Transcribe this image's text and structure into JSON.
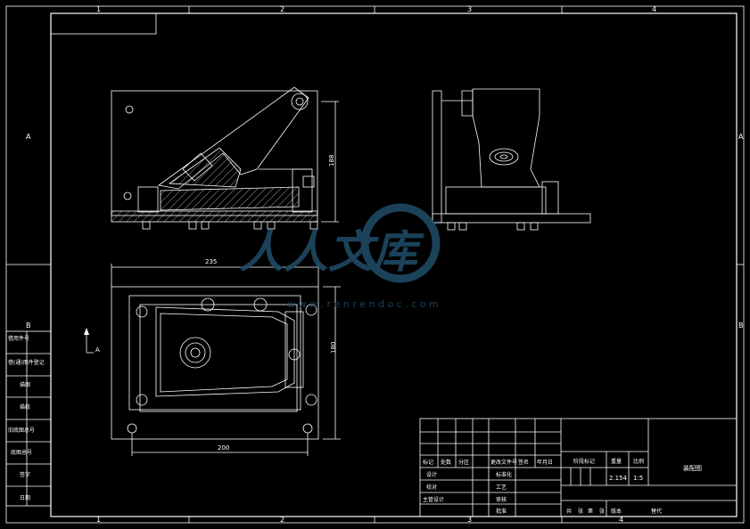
{
  "grid": {
    "columns": [
      "1",
      "2",
      "3",
      "4"
    ],
    "rows": [
      "A",
      "B"
    ]
  },
  "dimensions": {
    "height_front": "188",
    "width_top": "235",
    "height_top": "180",
    "width_bottom": "200"
  },
  "section_marker": "A",
  "left_column_labels": [
    "借(通)用件登记",
    "旧底图总号",
    "底图总号",
    "签字",
    "日期",
    "描图",
    "描校",
    "借用件号"
  ],
  "title_block": {
    "drawing_name": "装配图",
    "ratio": "1:5",
    "weight": "2.154",
    "header_labels": [
      "阶段标记",
      "重量",
      "比例"
    ],
    "revision_labels": [
      "标记",
      "处数",
      "分区",
      "更改文件号",
      "签名",
      "年月日"
    ],
    "people_labels": [
      "设计",
      "校对",
      "主管设计",
      "标准化",
      "工艺",
      "审核",
      "批准"
    ],
    "sheet_labels": [
      "共",
      "张",
      "第",
      "张",
      "版本",
      "替代"
    ]
  },
  "watermark": {
    "cn_text": "人人文库",
    "url_text": "w w w . r e n r e n d o c . c o m"
  },
  "colors": {
    "background": "#000000",
    "lines": "#ffffff",
    "watermark": "#1f4a63"
  }
}
